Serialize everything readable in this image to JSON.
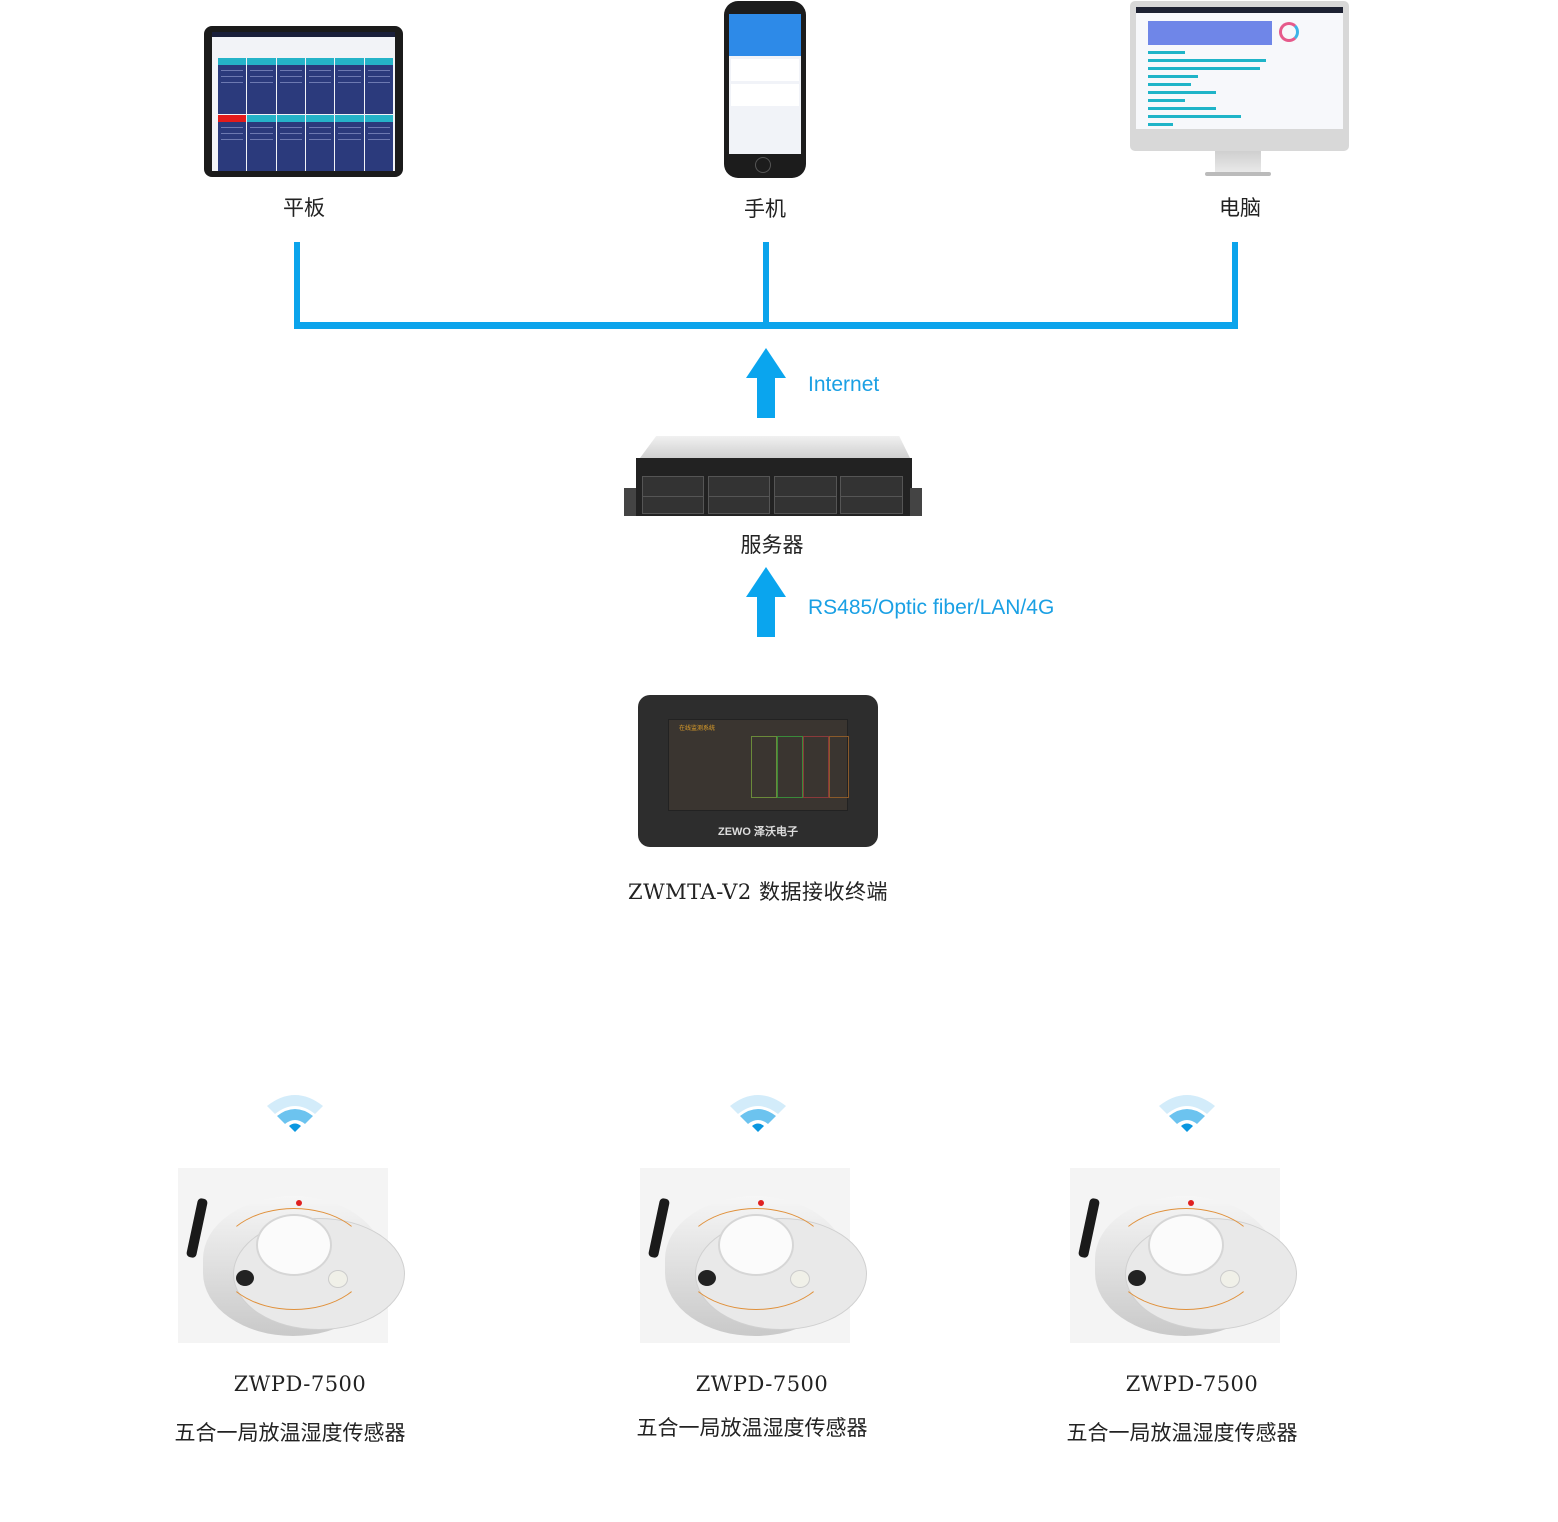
{
  "clients": [
    {
      "id": "tablet",
      "label": "平板"
    },
    {
      "id": "phone",
      "label": "手机"
    },
    {
      "id": "computer",
      "label": "电脑"
    }
  ],
  "links": {
    "internet": "Internet",
    "field": "RS485/Optic fiber/LAN/4G"
  },
  "server": {
    "label": "服务器"
  },
  "terminal": {
    "label": "ZWMTA-V2 数据接收终端",
    "brand": "ZEWO 泽沃电子",
    "screen_title": "在线监测系统"
  },
  "sensors": [
    {
      "model": "ZWPD-7500",
      "name": "五合一局放温湿度传感器"
    },
    {
      "model": "ZWPD-7500",
      "name": "五合一局放温湿度传感器"
    },
    {
      "model": "ZWPD-7500",
      "name": "五合一局放温湿度传感器"
    }
  ],
  "colors": {
    "accent": "#0aa5ee",
    "link_text": "#1aa0e4",
    "tablet_cell": "#2b3a7c",
    "alarm": "#e31b1b"
  }
}
